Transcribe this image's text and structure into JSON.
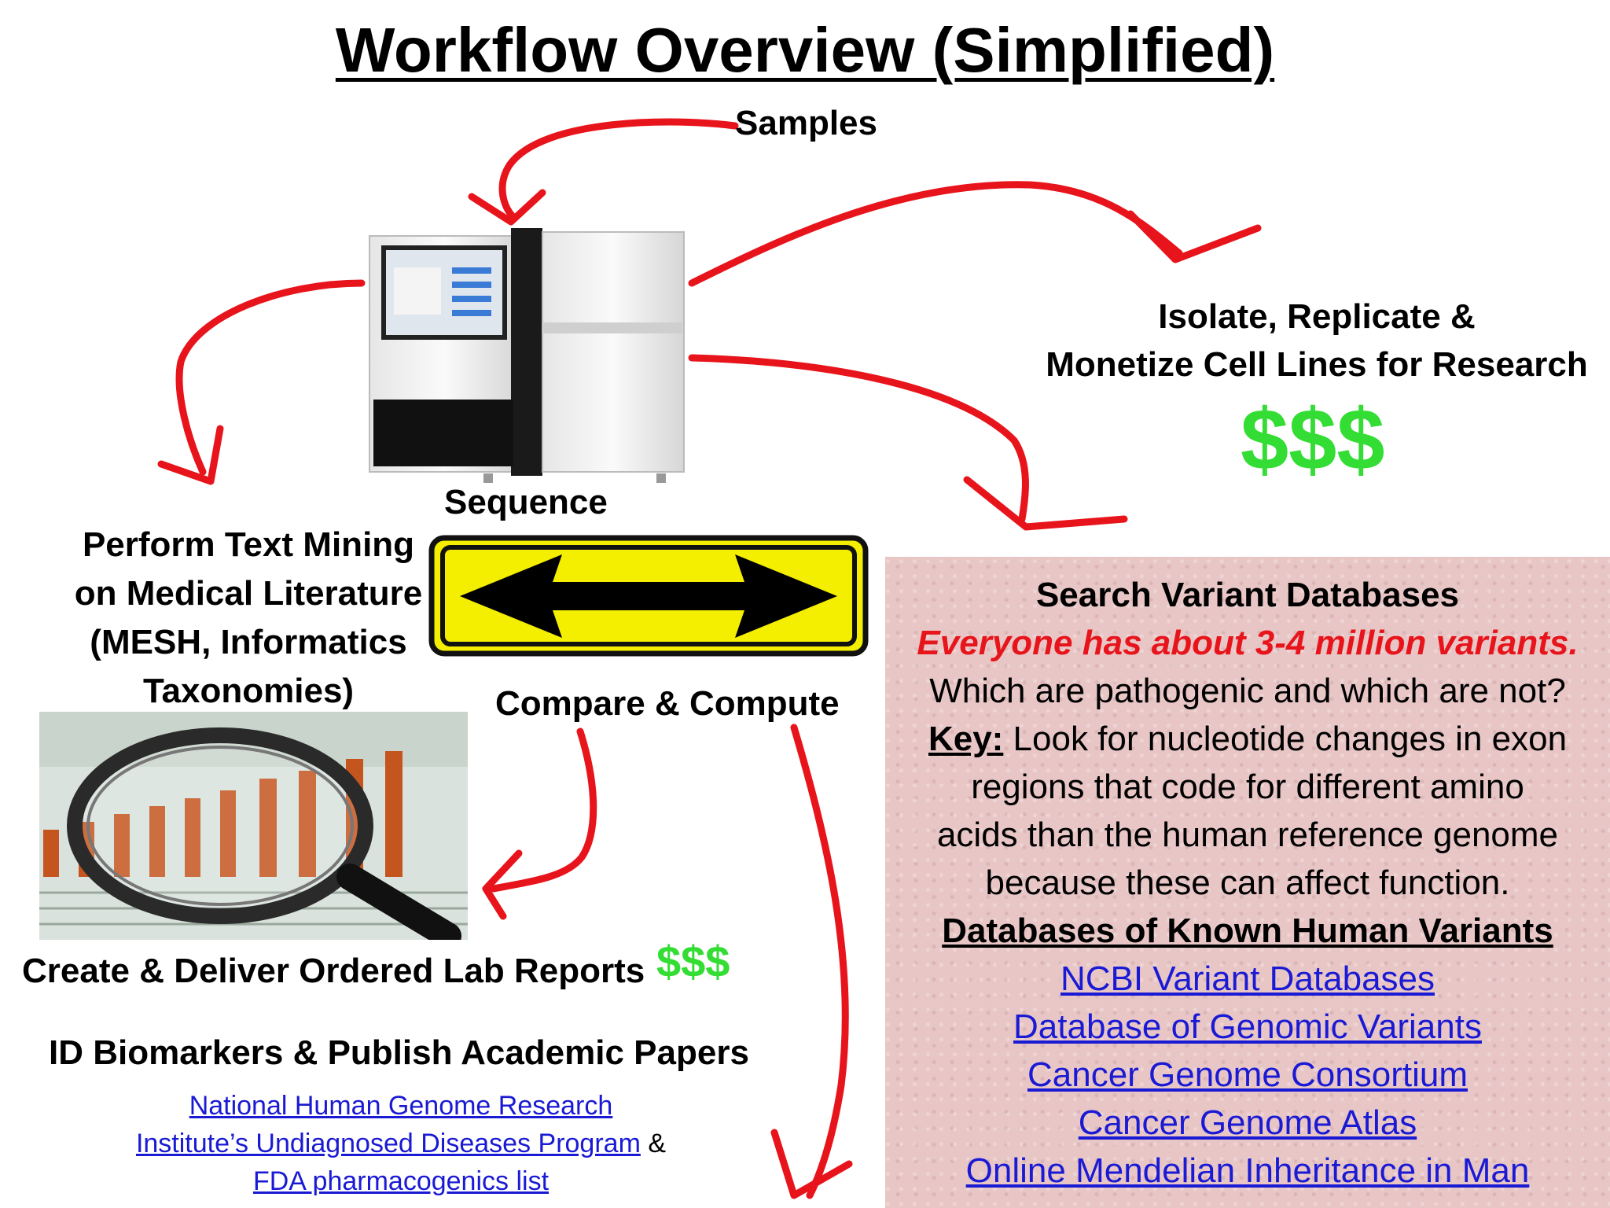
{
  "title": "Workflow Overview (Simplified)",
  "samples_label": "Samples",
  "sequence_label": "Sequence",
  "compare_label": "Compare & Compute",
  "text_mining": {
    "line1": "Perform Text Mining",
    "line2": "on Medical Literature",
    "line3": "(MESH, Informatics",
    "line4": "Taxonomies)"
  },
  "isolate": {
    "line1": "Isolate, Replicate &",
    "line2": "Monetize Cell Lines for Research",
    "money": "$$$"
  },
  "reports": {
    "label": "Create & Deliver Ordered Lab Reports",
    "money": "$$$"
  },
  "biomarkers": {
    "label": "ID Biomarkers & Publish Academic Papers",
    "link1_line1": "National Human Genome Research",
    "link1_line2": "Institute’s Undiagnosed Diseases Program",
    "amp": "&",
    "link2": "FDA pharmacogenics list"
  },
  "variant_panel": {
    "heading": "Search Variant Databases",
    "highlight": "Everyone has about 3-4 million variants.",
    "question": "Which are pathogenic and which are not?",
    "key_label": "Key:",
    "key_line1": " Look for nucleotide changes in exon",
    "key_line2": "regions that code for different amino",
    "key_line3": "acids than the human reference genome",
    "key_line4": "because these can affect function.",
    "db_heading": "Databases of Known Human Variants",
    "links": [
      "NCBI Variant Databases",
      "Database of Genomic Variants",
      "Cancer Genome Consortium",
      "Cancer Genome Atlas",
      "Online Mendelian Inheritance in Man"
    ]
  },
  "colors": {
    "arrow_red": "#e8141b",
    "money_green": "#33dd33",
    "link_blue": "#1a1ad4",
    "sign_yellow": "#f4ee00",
    "panel_pink": "#e8c6c6"
  },
  "icons": [
    "sequencer-machine-icon",
    "double-arrow-sign-icon",
    "magnifying-glass-chart-icon"
  ]
}
